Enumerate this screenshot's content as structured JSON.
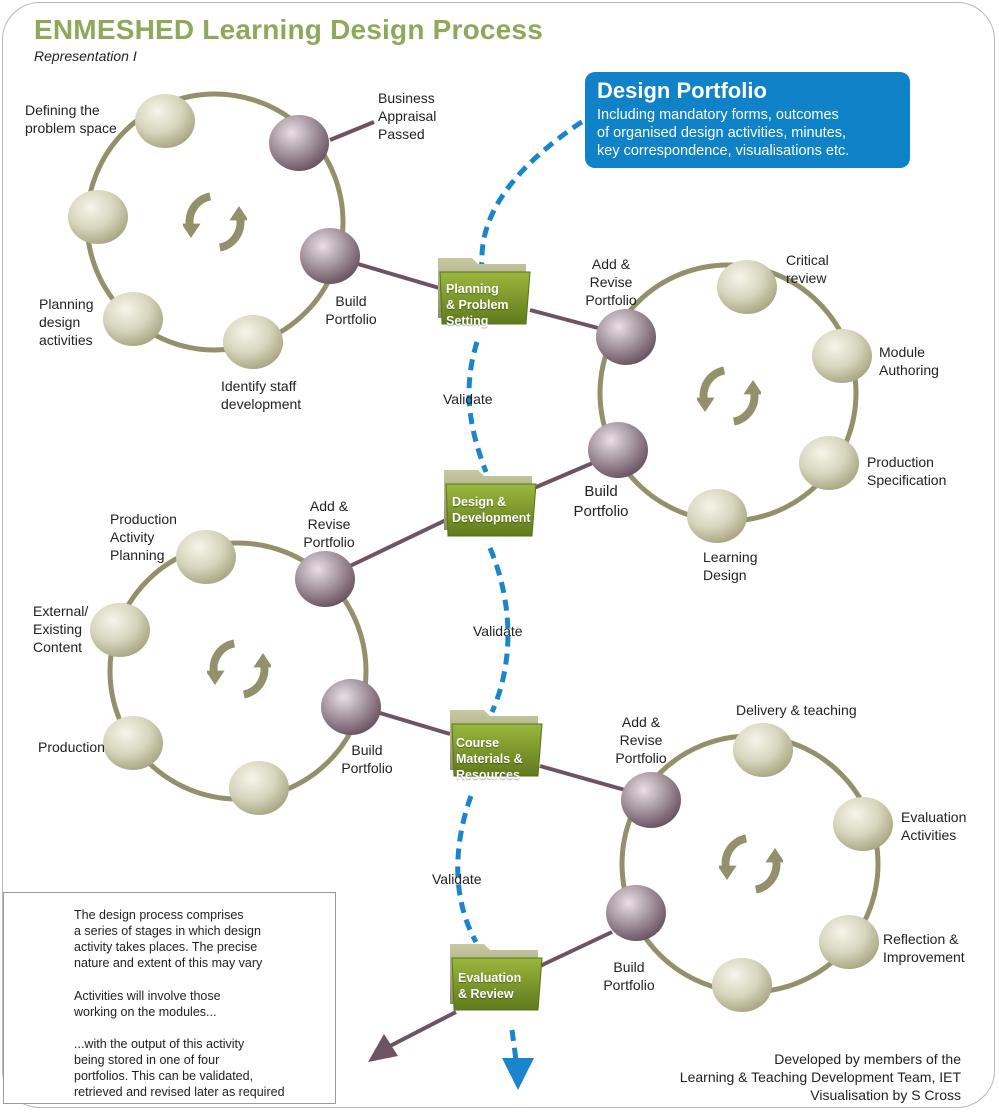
{
  "header": {
    "title": "ENMESHED Learning Design Process",
    "subtitle": "Representation I"
  },
  "design_portfolio": {
    "title": "Design Portfolio",
    "description_lines": [
      "Including mandatory forms, outcomes",
      "of organised design activities, minutes,",
      "key correspondence, visualisations etc."
    ]
  },
  "folders": [
    {
      "label_lines": [
        "Planning",
        "& Problem",
        "Setting"
      ]
    },
    {
      "label_lines": [
        "Design &",
        "Development"
      ]
    },
    {
      "label_lines": [
        "Course",
        "Materials &",
        "Resources"
      ]
    },
    {
      "label_lines": [
        "Evaluation",
        "& Review"
      ]
    }
  ],
  "validate_label": "Validate",
  "cycles": {
    "planning": {
      "defining": [
        "Defining the",
        "problem space"
      ],
      "appraisal": [
        "Business",
        "Appraisal",
        "Passed"
      ],
      "planning_activities": [
        "Planning",
        "design",
        "activities"
      ],
      "staff_dev": [
        "Identify staff",
        "development"
      ],
      "build": [
        "Build",
        "Portfolio"
      ]
    },
    "design": {
      "add_revise": [
        "Add &",
        "Revise",
        "Portfolio"
      ],
      "critical": [
        "Critical",
        "review"
      ],
      "module": [
        "Module",
        "Authoring"
      ],
      "production_spec": [
        "Production",
        "Specification"
      ],
      "learning": [
        "Learning",
        "Design"
      ],
      "build": [
        "Build",
        "Portfolio"
      ]
    },
    "materials": {
      "add_revise": [
        "Add &",
        "Revise",
        "Portfolio"
      ],
      "prod_planning": [
        "Production",
        "Activity",
        "Planning"
      ],
      "external": [
        "External/",
        "Existing",
        "Content"
      ],
      "production": "Production",
      "build": [
        "Build",
        "Portfolio"
      ]
    },
    "evaluation": {
      "add_revise": [
        "Add &",
        "Revise",
        "Portfolio"
      ],
      "delivery": "Delivery & teaching",
      "eval_activities": [
        "Evaluation",
        "Activities"
      ],
      "reflection": [
        "Reflection &",
        "Improvement"
      ],
      "build": [
        "Build",
        "Portfolio"
      ]
    }
  },
  "legend": {
    "cycle": [
      "The design process comprises",
      "a series of stages in which design",
      "activity takes places. The precise",
      "nature and extent of this may vary"
    ],
    "activity": [
      "Activities will involve those",
      "working on the modules..."
    ],
    "portfolio": [
      "...with the output of this activity",
      "being stored in one of four",
      "portfolios. This can be validated,",
      "retrieved and revised later as required"
    ]
  },
  "credits": [
    "Developed by members of the",
    "Learning & Teaching Development Team, IET",
    "Visualisation by S Cross"
  ],
  "colors": {
    "title": "#8fa85a",
    "circle": "#93916b",
    "connector": "#6d5462",
    "validate_dash": "#1a85cc",
    "folder": "#7e9b29",
    "portfolio_box": "#0f82c8"
  }
}
